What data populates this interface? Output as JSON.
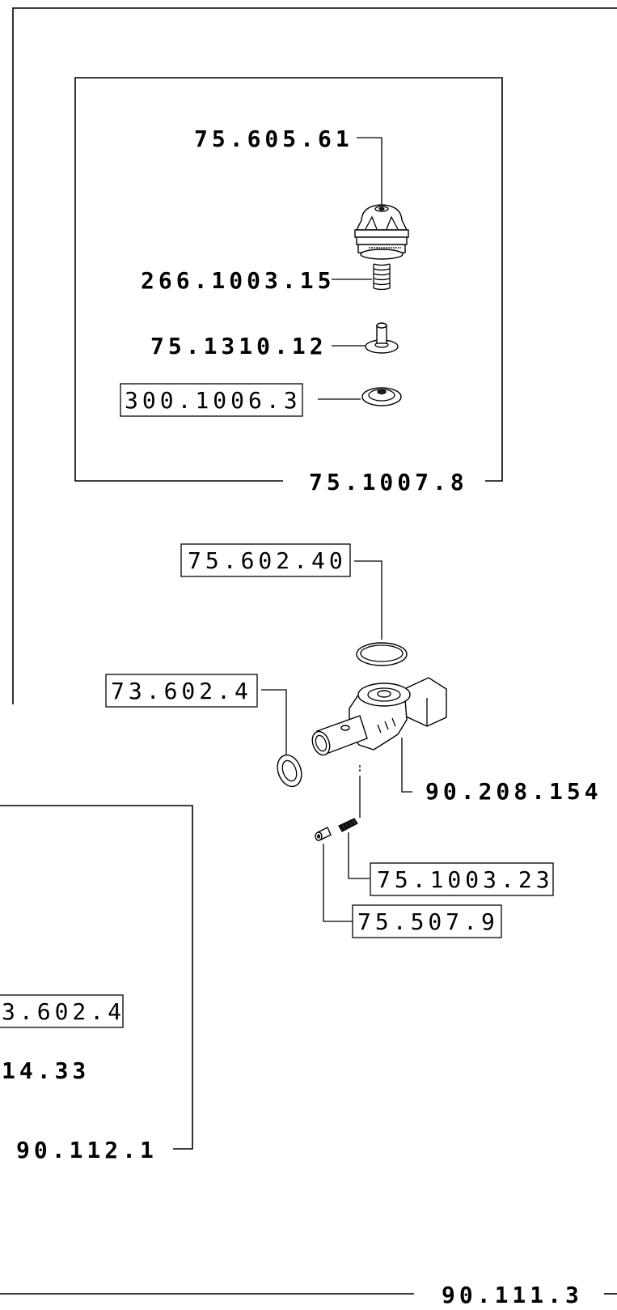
{
  "labels": {
    "cap": "75.605.61",
    "spring_top": "266.1003.15",
    "valve_pin": "75.1310.12",
    "seal_disc": "300.1006.3",
    "group_top": "75.1007.8",
    "oring_large": "75.602.40",
    "oring_small": "73.602.4",
    "body": "90.208.154",
    "spring_small": "75.1003.23",
    "screw": "75.507.9",
    "oring_partial": "3.602.4",
    "partial_code": "14.33",
    "group_mid": "90.112.1",
    "group_bottom": "90.111.3"
  }
}
